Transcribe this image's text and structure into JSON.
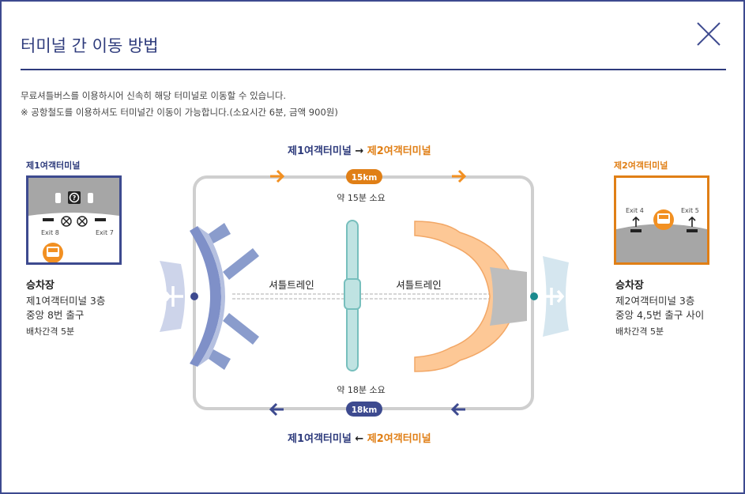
{
  "modal": {
    "title": "터미널 간 이동 방법",
    "description": [
      "무료셔틀버스를 이용하시어 신속히 해당 터미널로 이동할 수 있습니다.",
      "※ 공항철도를 이용하셔도 터미널간 이동이 가능합니다.(소요시간 6분, 금액 900원)"
    ]
  },
  "route_top": {
    "from": "제1여객터미널",
    "arrow": "→",
    "to": "제2여객터미널",
    "distance": "15km",
    "duration": "약 15분 소요"
  },
  "route_bottom": {
    "from": "제1여객터미널",
    "arrow": "←",
    "to": "제2여객터미널",
    "distance": "18km",
    "duration": "약 18분 소요"
  },
  "shuttle_train": {
    "left": "셔틀트레인",
    "right": "셔틀트레인"
  },
  "terminal1": {
    "label": "제1여객터미널",
    "exit_left": "Exit 8",
    "exit_right": "Exit 7",
    "info_title": "승차장",
    "info_lines": [
      "제1여객터미널 3층",
      "중앙 8번 출구"
    ],
    "interval": "배차간격 5분"
  },
  "terminal2": {
    "label": "제2여객터미널",
    "exit_left": "Exit 4",
    "exit_right": "Exit 5",
    "info_title": "승차장",
    "info_lines": [
      "제2여객터미널 3층",
      "중앙 4,5번 출구 사이"
    ],
    "interval": "배차간격 5분"
  },
  "colors": {
    "navy": "#2e3b7c",
    "orange": "#e07f16",
    "t1_fill": "#8a9ccc",
    "t2_fill": "#fdc896",
    "train": "#bfe3e2"
  },
  "icons": [
    "close-icon",
    "bus-icon",
    "help-icon",
    "car-icon",
    "no-entry-icon",
    "exit-arrow-icon",
    "airplane-icon",
    "direction-arrow-icon"
  ]
}
